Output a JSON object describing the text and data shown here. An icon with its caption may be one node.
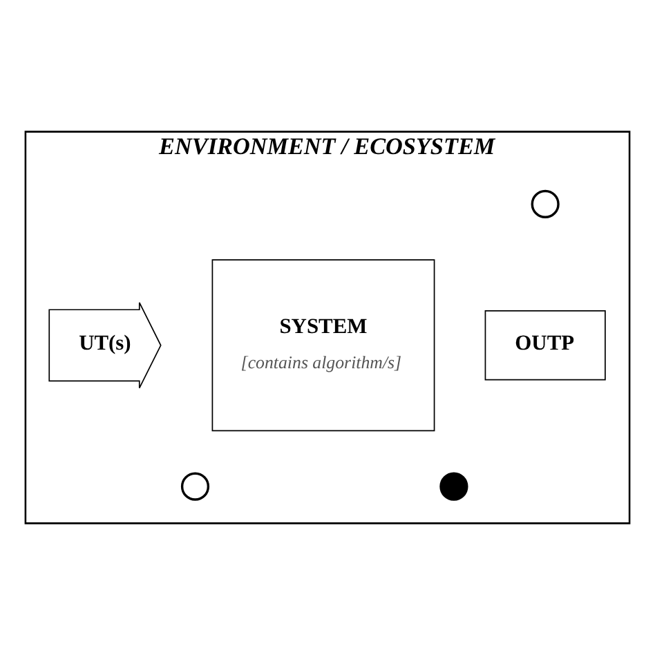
{
  "diagram": {
    "nodes": [
      {
        "text": [
          "ENVIRONMENT / ECOSYSTEM"
        ]
      },
      {
        "text": [
          "UT(s)"
        ],
        "in": 0
      },
      {
        "text": [
          "SYSTEM",
          "[contains algorithm/s]"
        ],
        "in": 0
      },
      {
        "text": [
          "OUTP"
        ],
        "in": 0
      },
      {
        "text": [],
        "shape": "circle",
        "in": 0
      },
      {
        "text": [],
        "shape": "circle",
        "in": 0
      },
      {
        "text": [],
        "shape": "circle",
        "in": 0
      }
    ],
    "edges": []
  }
}
